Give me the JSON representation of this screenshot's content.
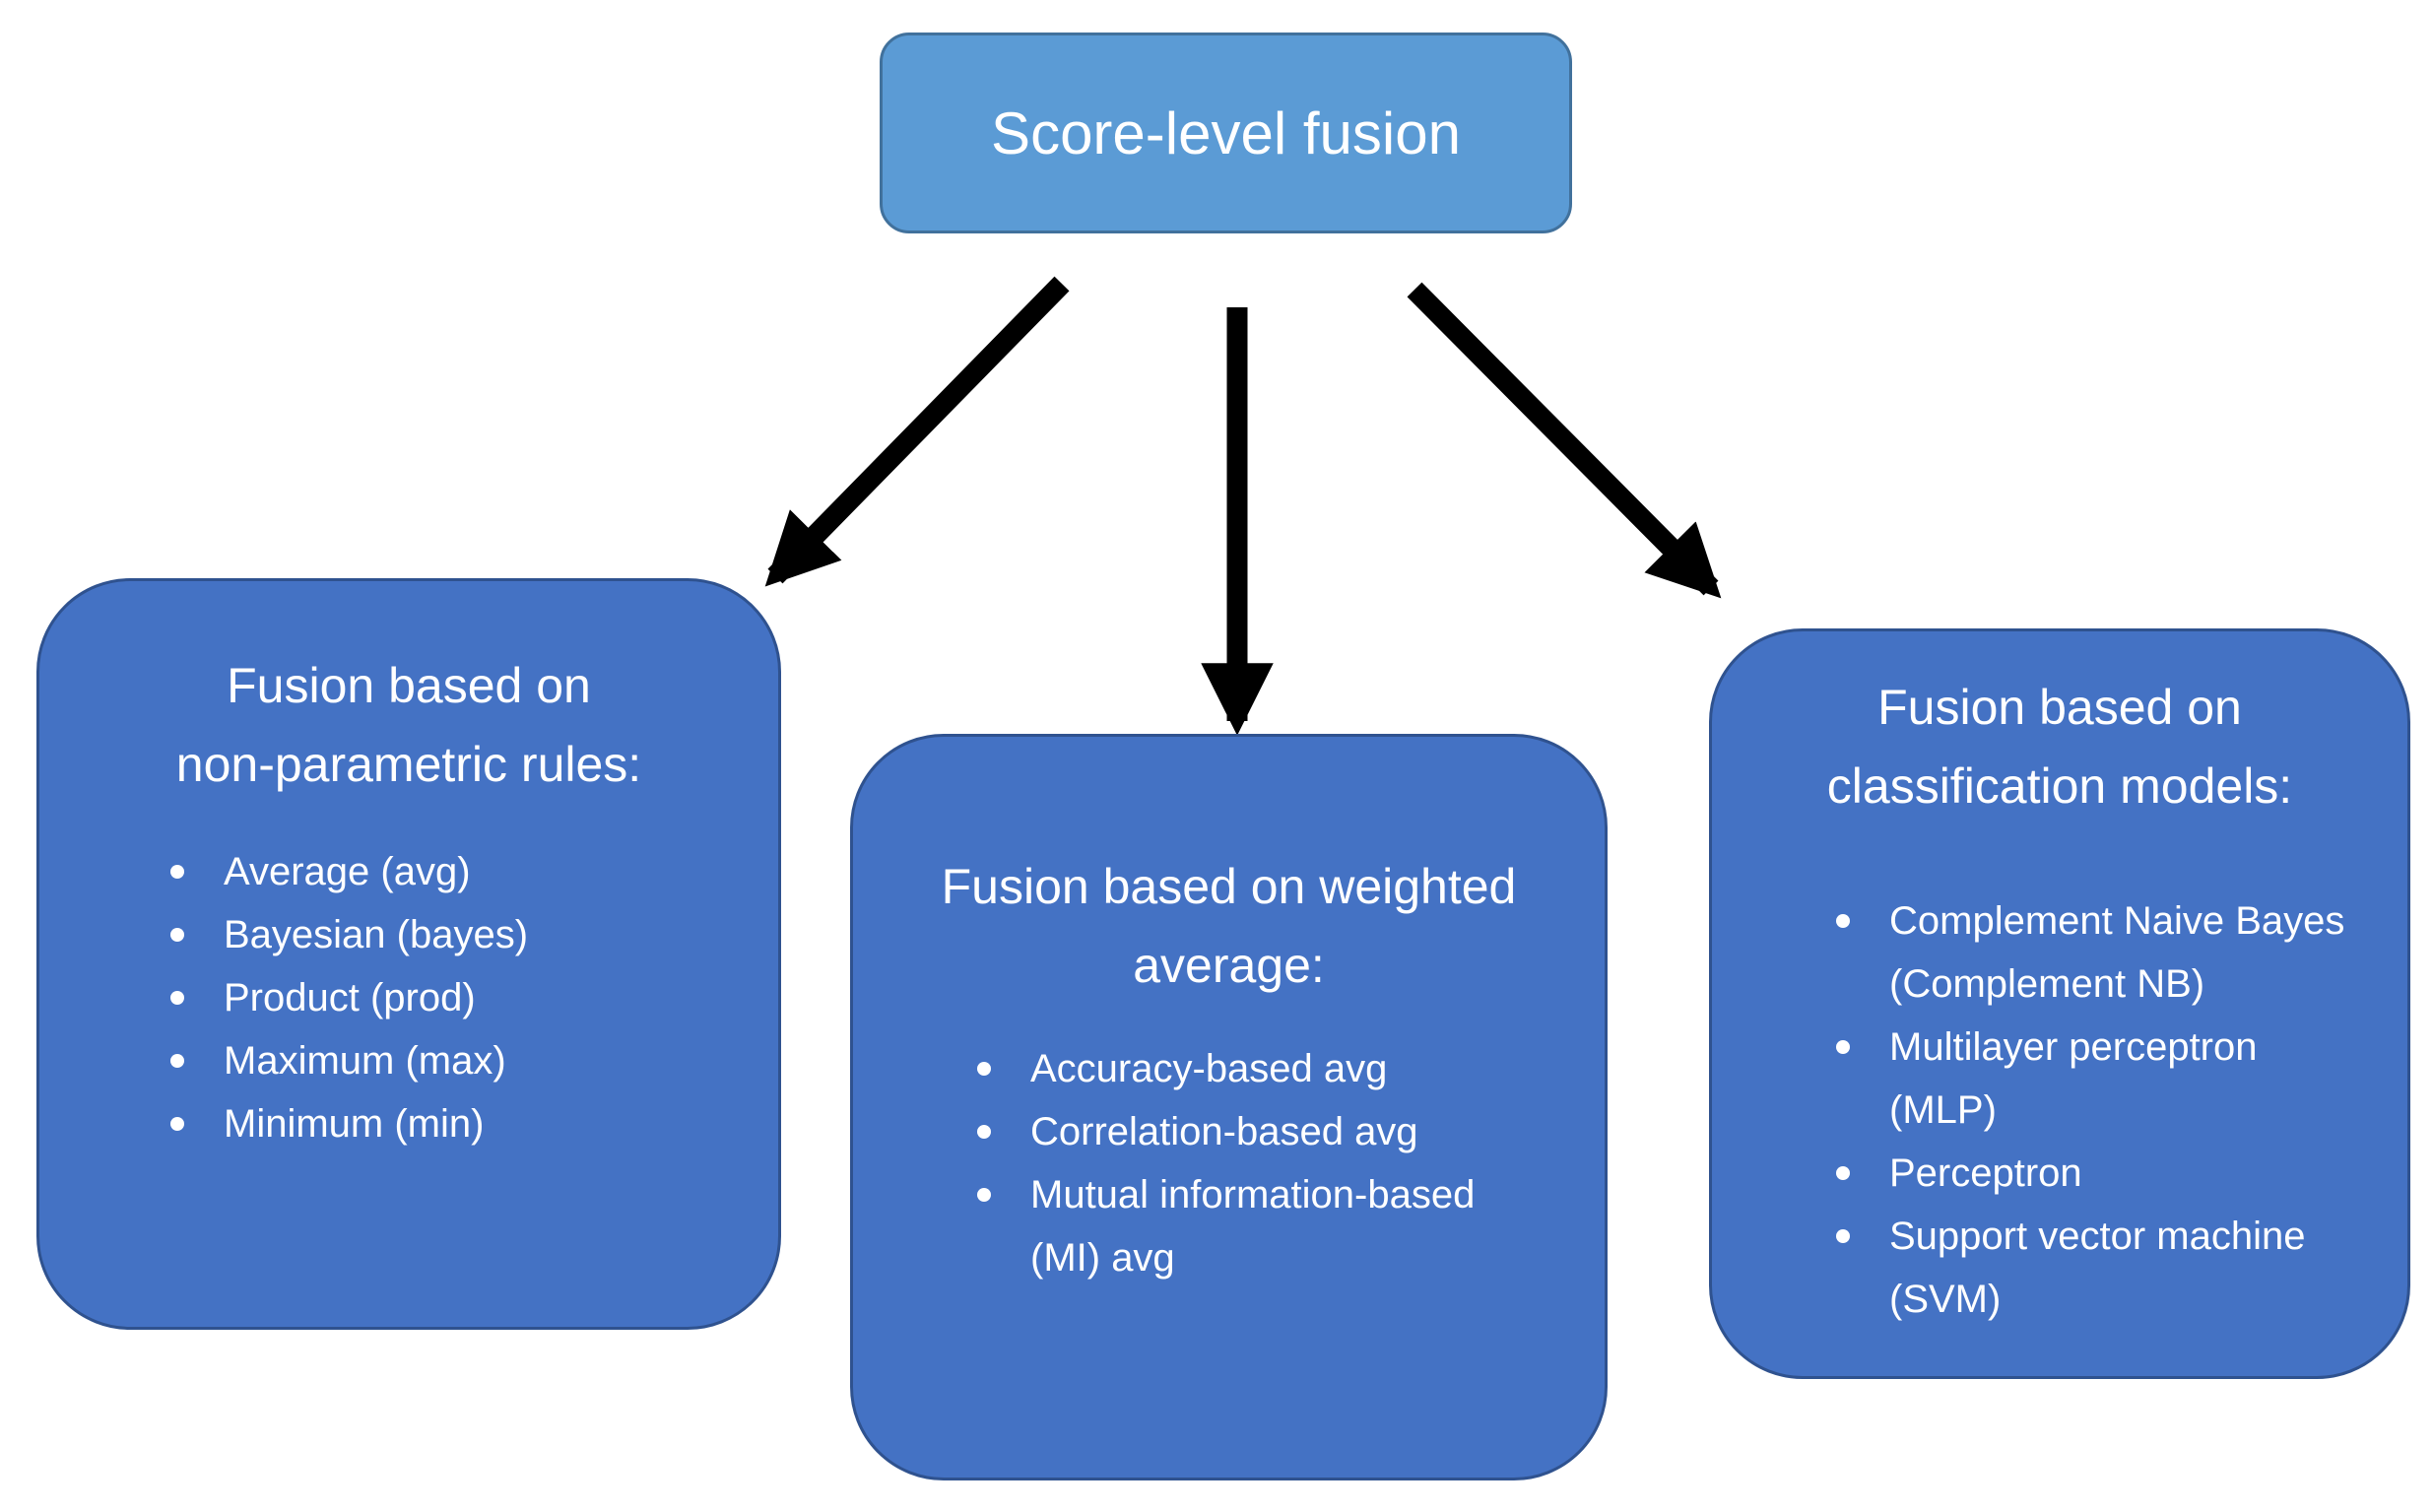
{
  "diagram": {
    "background_color": "#ffffff",
    "text_color": "#ffffff",
    "arrow_color": "#000000",
    "root": {
      "label": "Score-level fusion",
      "fill": "#5b9bd5",
      "border": "#41719c"
    },
    "branches": [
      {
        "id": "non-parametric-rules",
        "fill": "#4472c4",
        "border": "#2f528f",
        "heading": "Fusion based on non-parametric rules:",
        "heading_lines": [
          "Fusion based on",
          "non-parametric rules:"
        ],
        "bullets": [
          "Average (avg)",
          "Bayesian (bayes)",
          "Product (prod)",
          "Maximum (max)",
          "Minimum (min)"
        ]
      },
      {
        "id": "weighted-average",
        "fill": "#4472c4",
        "border": "#2f528f",
        "heading": "Fusion based on weighted average:",
        "heading_lines": [
          "Fusion based on weighted",
          "average:"
        ],
        "bullets": [
          "Accuracy-based avg",
          "Correlation-based avg",
          "Mutual information-based (MI) avg"
        ]
      },
      {
        "id": "classification-models",
        "fill": "#4472c4",
        "border": "#2f528f",
        "heading": "Fusion based on classification models:",
        "heading_lines": [
          "Fusion based on",
          "classification models:"
        ],
        "bullets": [
          "Complement Naive Bayes (Complement NB)",
          "Multilayer perceptron (MLP)",
          "Perceptron",
          "Support vector machine (SVM)"
        ]
      }
    ]
  }
}
